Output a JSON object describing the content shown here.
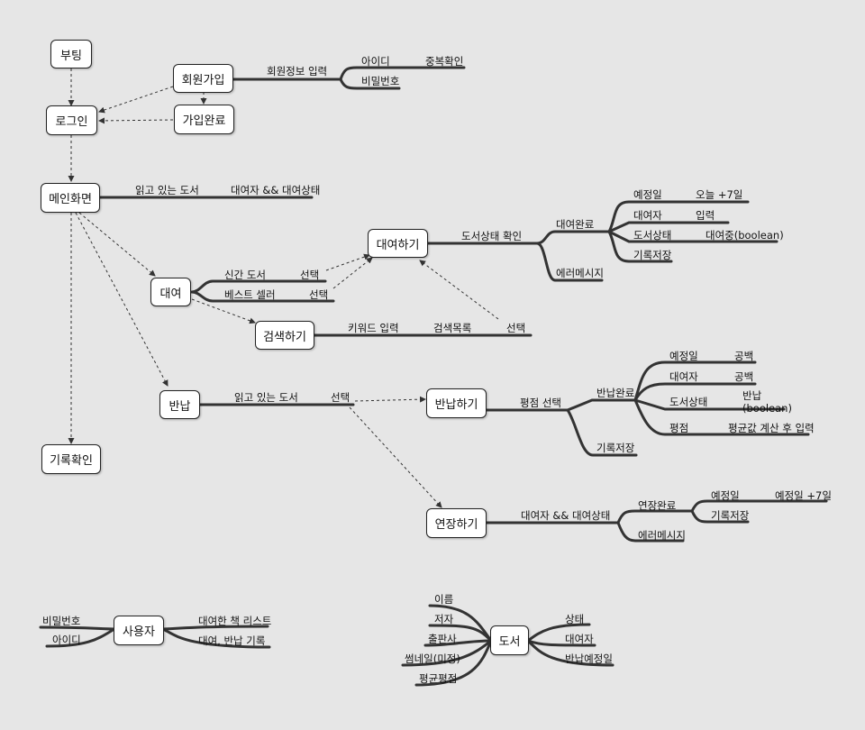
{
  "nodes": {
    "booting": "부팅",
    "login": "로그인",
    "signup": "회원가입",
    "signup_done": "가입완료",
    "main": "메인화면",
    "rent": "대여",
    "rent_do": "대여하기",
    "search": "검색하기",
    "return": "반납",
    "return_do": "반납하기",
    "extend": "연장하기",
    "history": "기록확인",
    "user": "사용자",
    "book": "도서"
  },
  "labels": {
    "signup_input": "회원정보 입력",
    "id": "아이디",
    "dup_check": "중복확인",
    "password": "비밀번호",
    "main_reading": "읽고 있는 도서",
    "main_lender": "대여자 && 대여상태",
    "new_books": "신간 도서",
    "best_seller": "베스트 셀러",
    "select1": "선택",
    "select2": "선택",
    "keyword_input": "키워드 입력",
    "search_list": "검색목록",
    "select3": "선택",
    "book_status_check": "도서상태 확인",
    "rent_done": "대여완료",
    "rent_error": "에러메시지",
    "due_date": "예정일",
    "today_plus7": "오늘 +7일",
    "lender": "대여자",
    "input": "입력",
    "book_status": "도서상태",
    "renting_bool": "대여중(boolean)",
    "save_record": "기록저장",
    "return_reading": "읽고 있는 도서",
    "select4": "선택",
    "rating_select": "평점 선택",
    "return_done": "반납완료",
    "r_due_date": "예정일",
    "r_blank1": "공백",
    "r_lender": "대여자",
    "r_blank2": "공백",
    "r_book_status": "도서상태",
    "r_returned_bool": "반납\n(boolean)",
    "r_rating": "평점",
    "r_avg_input": "평균값 계산 후 입력",
    "r_save_record": "기록저장",
    "ext_lender_status": "대여자 && 대여상태",
    "ext_done": "연장완료",
    "ext_due": "예정일",
    "ext_due_plus7": "예정일 +7일",
    "ext_save": "기록저장",
    "ext_error": "에러메시지",
    "u_password": "비밀번호",
    "u_id": "아이디",
    "u_rented_list": "대여한 책 리스트",
    "u_history": "대여, 반납 기록",
    "b_name": "이름",
    "b_author": "저자",
    "b_publisher": "출판사",
    "b_thumbnail": "썸네일(미정)",
    "b_avg_rating": "평균평점",
    "b_status": "상태",
    "b_lender": "대여자",
    "b_return_due": "반납예정일"
  },
  "colors": {
    "background": "#e6e6e6",
    "node_fill": "#ffffff",
    "line": "#333333"
  }
}
